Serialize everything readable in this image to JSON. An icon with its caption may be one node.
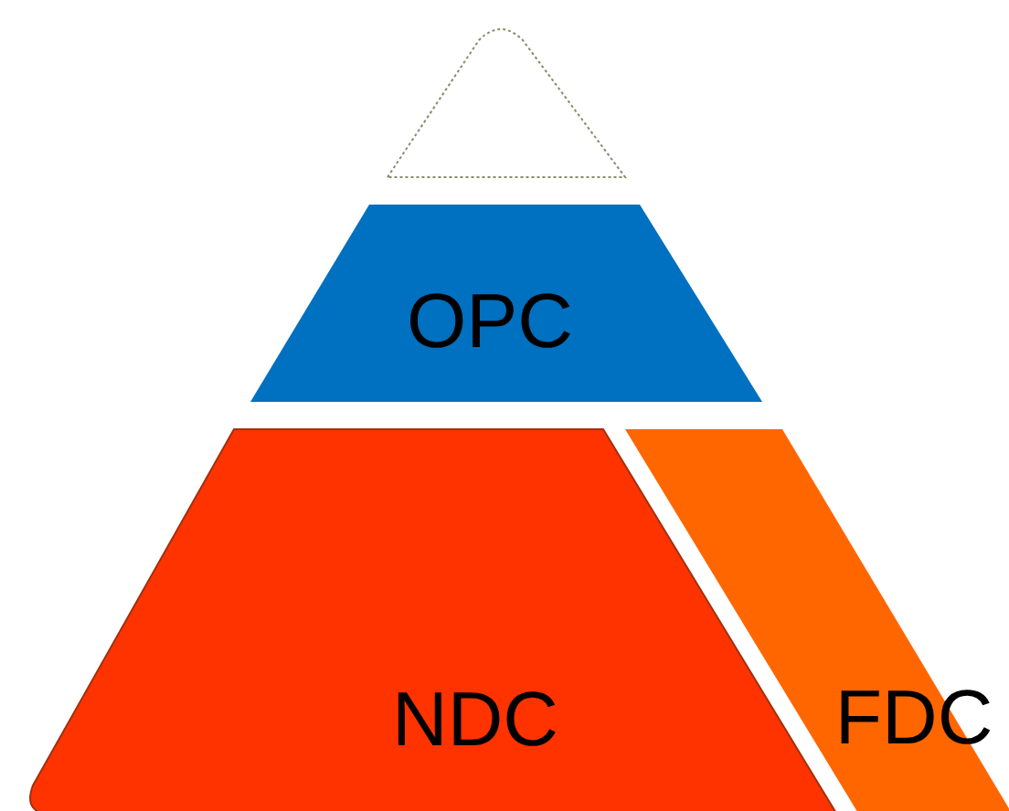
{
  "diagram": {
    "nodes": [
      {
        "text": [],
        "shape": "triangle"
      },
      {
        "text": [
          "OPC"
        ]
      },
      {
        "text": [
          "NDC"
        ]
      },
      {
        "text": [
          "FDC"
        ]
      }
    ]
  }
}
